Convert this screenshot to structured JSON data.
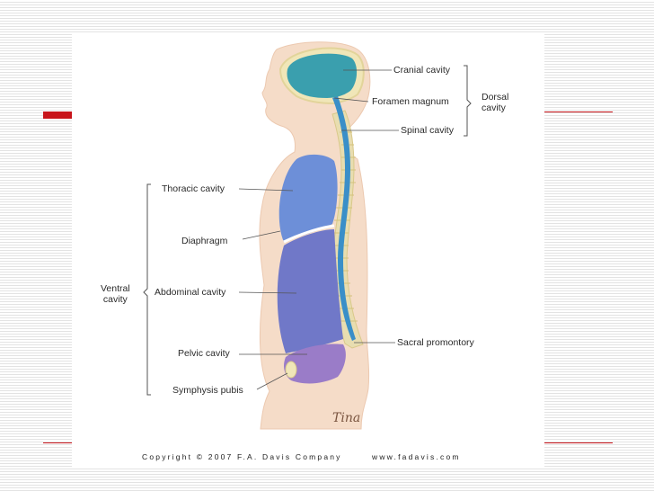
{
  "labels": {
    "cranial_cavity": "Cranial cavity",
    "foramen_magnum": "Foramen magnum",
    "spinal_cavity": "Spinal cavity",
    "dorsal_cavity": "Dorsal\ncavity",
    "thoracic_cavity": "Thoracic cavity",
    "diaphragm": "Diaphragm",
    "abdominal_cavity": "Abdominal cavity",
    "pelvic_cavity": "Pelvic cavity",
    "symphysis_pubis": "Symphysis pubis",
    "sacral_promontory": "Sacral promontory",
    "ventral_cavity": "Ventral\ncavity"
  },
  "signature": "Tina",
  "footer": {
    "copyright": "Copyright © 2007 F.A. Davis Company",
    "website": "www.fadavis.com"
  },
  "colors": {
    "accent_red": "#c8151b",
    "body_skin": "#f5dcc8",
    "cranial": "#3a9fae",
    "thoracic": "#6d8fd8",
    "abdominal": "#7078c8",
    "pelvic": "#9a7cc8",
    "spine": "#e8ddb0"
  }
}
